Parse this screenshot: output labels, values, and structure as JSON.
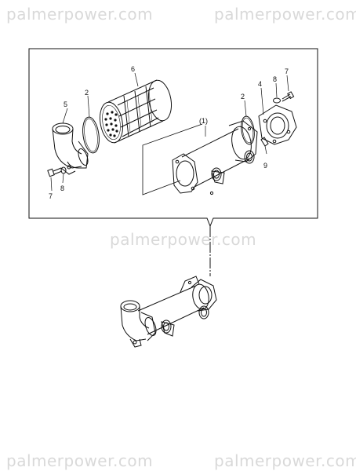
{
  "watermarks": {
    "top_left": "palmerpower.com",
    "top_right": "palmerpower.com",
    "center": "palmerpower.com",
    "bottom_left": "palmerpower.com",
    "bottom_right": "palmerpower.com"
  },
  "callouts": {
    "c5": "5",
    "c2a": "2",
    "c6": "6",
    "c1": "(1)",
    "c2b": "2",
    "c4": "4",
    "c8a": "8",
    "c7a": "7",
    "c9": "9",
    "c7b": "7",
    "c8b": "8"
  }
}
